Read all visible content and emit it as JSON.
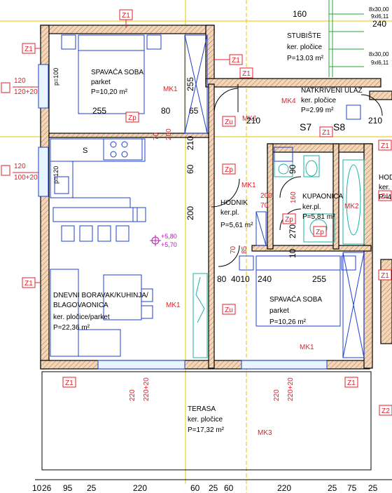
{
  "rooms": [
    {
      "id": "bed1",
      "name": "SPAVAĆA SOBA",
      "floor": "parket",
      "area": "P=10,20 m²"
    },
    {
      "id": "stair",
      "name": "STUBIŠTE",
      "floor": "ker. pločice",
      "area": "P=13.03 m²"
    },
    {
      "id": "entry",
      "name": "NATKRIVENI ULAZ",
      "floor": "ker. pločice",
      "area": "P=2.99 m²"
    },
    {
      "id": "hall",
      "name": "HODNIK",
      "floor": "ker.pl.",
      "area": "P=5,61 m²"
    },
    {
      "id": "bath",
      "name": "KUPAONICA",
      "floor": "ker.pl.",
      "area": "P=5,81 m²"
    },
    {
      "id": "living",
      "name1": "DNEVNI BORAVAK/KUHINJA/",
      "name2": "BLAGOVAONICA",
      "floor": "ker. pločice/parket",
      "area": "P=22,36 m²"
    },
    {
      "id": "bed2",
      "name": "SPAVAĆA SOBA",
      "floor": "parket",
      "area": "P=10,26 m²"
    },
    {
      "id": "terrace",
      "name": "TERASA",
      "floor": "ker. pločice",
      "area": "P=17,32 m²"
    },
    {
      "id": "hodn_partial",
      "name": "HODN",
      "floor": "ker.",
      "area": "P=4,"
    }
  ],
  "labels": {
    "z1": "Z1",
    "z2": "Z2",
    "zp": "Zp",
    "zu": "Zu",
    "mk1": "MK1",
    "mk2": "MK2",
    "mk3": "MK3",
    "mk4": "MK4",
    "mk6": "MK6",
    "s7": "S7",
    "s8": "S8",
    "s": "S",
    "window_p100": "p=100",
    "window_p120": "p=120",
    "tile1": "8x30,00",
    "tile2": "9xl6,11",
    "tile3": "8x30,00",
    "tile4": "9xl6,11",
    "elev1": "+5,80",
    "elev2": "+5,70"
  },
  "dims": {
    "top": [
      "160",
      "240"
    ],
    "left_win1": [
      "120",
      "120+20"
    ],
    "left_win2": [
      "120",
      "100+20"
    ],
    "inner": [
      "255",
      "80",
      "65",
      "255",
      "70",
      "200",
      "210",
      "210",
      "210",
      "85",
      "60",
      "200",
      "70",
      "160",
      "200",
      "70",
      "85",
      "90",
      "270",
      "10",
      "80",
      "4010",
      "240",
      "255"
    ],
    "terrace": [
      "220",
      "220+20",
      "220",
      "220+20"
    ],
    "bottom": [
      "10",
      "26",
      "95",
      "25",
      "220",
      "60",
      "25",
      "60",
      "220",
      "25",
      "75",
      "25"
    ]
  }
}
